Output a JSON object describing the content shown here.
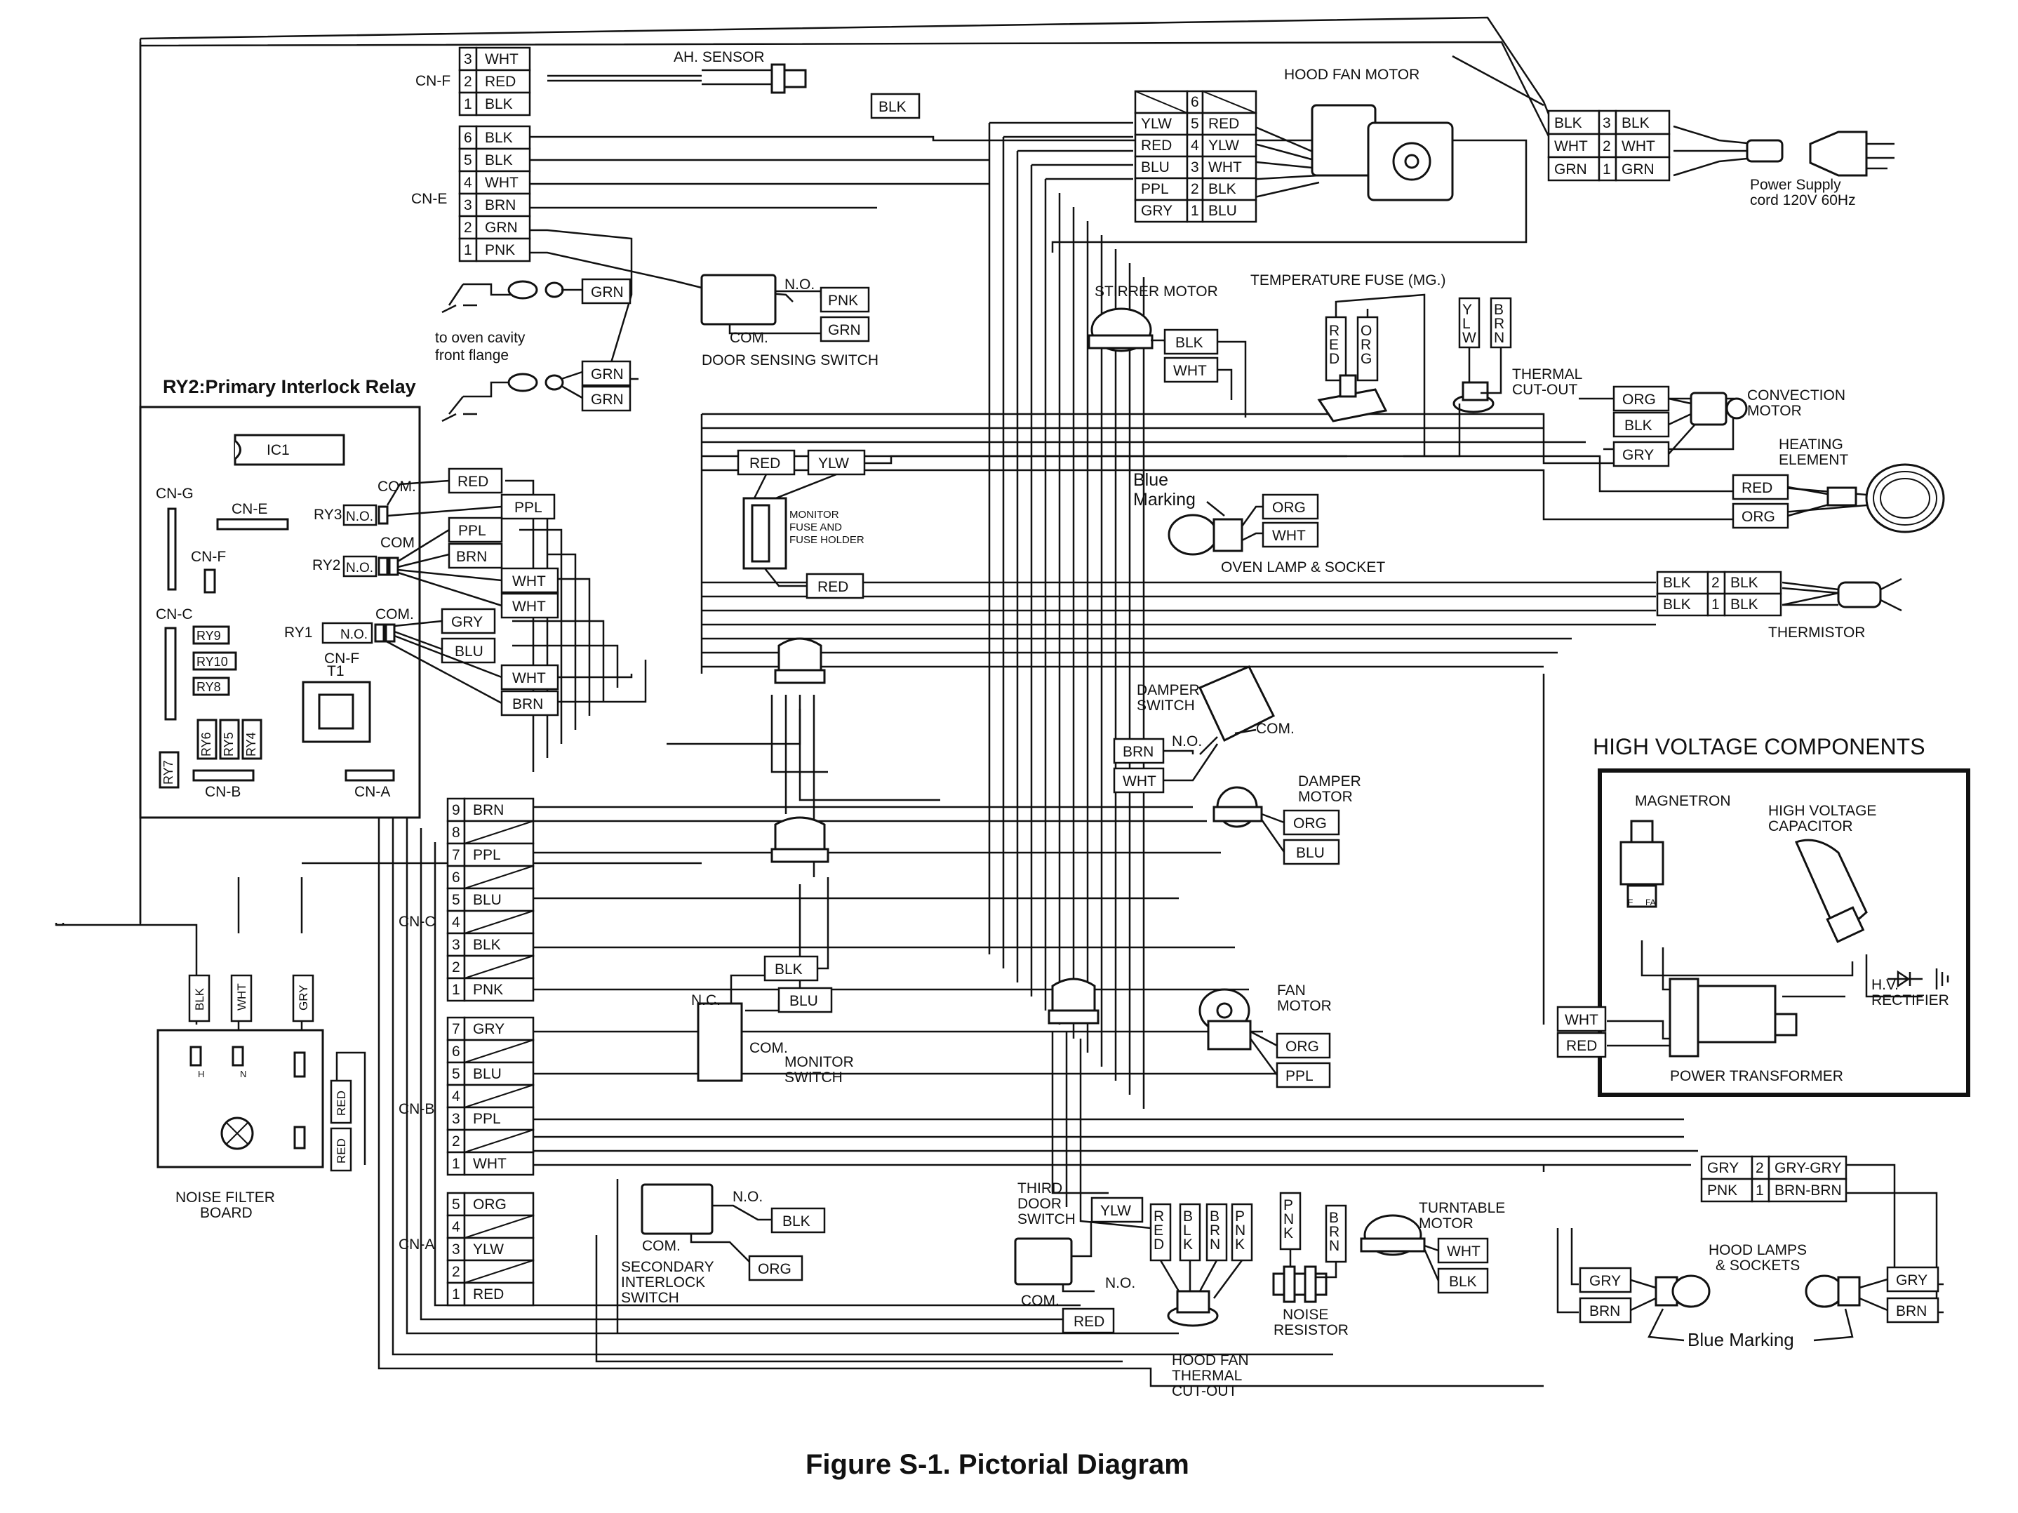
{
  "title": "Figure S-1. Pictorial Diagram",
  "relay_title": "RY2:Primary Interlock Relay",
  "hv_title": "HIGH VOLTAGE COMPONENTS",
  "colors": {
    "line": "#111111",
    "background": "#ffffff"
  },
  "connectors": {
    "cnf": {
      "label": "CN-F",
      "pins": [
        {
          "n": "3",
          "wire": "WHT"
        },
        {
          "n": "2",
          "wire": "RED"
        },
        {
          "n": "1",
          "wire": "BLK"
        }
      ]
    },
    "cne": {
      "label": "CN-E",
      "pins": [
        {
          "n": "6",
          "wire": "BLK"
        },
        {
          "n": "5",
          "wire": "BLK"
        },
        {
          "n": "4",
          "wire": "WHT"
        },
        {
          "n": "3",
          "wire": "BRN"
        },
        {
          "n": "2",
          "wire": "GRN"
        },
        {
          "n": "1",
          "wire": "PNK"
        }
      ]
    },
    "cnc": {
      "label": "CN-C",
      "pins": [
        {
          "n": "9",
          "wire": "BRN"
        },
        {
          "n": "8",
          "wire": ""
        },
        {
          "n": "7",
          "wire": "PPL"
        },
        {
          "n": "6",
          "wire": ""
        },
        {
          "n": "5",
          "wire": "BLU"
        },
        {
          "n": "4",
          "wire": ""
        },
        {
          "n": "3",
          "wire": "BLK"
        },
        {
          "n": "2",
          "wire": ""
        },
        {
          "n": "1",
          "wire": "PNK"
        }
      ]
    },
    "cnb": {
      "label": "CN-B",
      "pins": [
        {
          "n": "7",
          "wire": "GRY"
        },
        {
          "n": "6",
          "wire": ""
        },
        {
          "n": "5",
          "wire": "BLU"
        },
        {
          "n": "4",
          "wire": ""
        },
        {
          "n": "3",
          "wire": "PPL"
        },
        {
          "n": "2",
          "wire": ""
        },
        {
          "n": "1",
          "wire": "WHT"
        }
      ]
    },
    "cna": {
      "label": "CN-A",
      "pins": [
        {
          "n": "5",
          "wire": "ORG"
        },
        {
          "n": "4",
          "wire": ""
        },
        {
          "n": "3",
          "wire": "YLW"
        },
        {
          "n": "2",
          "wire": ""
        },
        {
          "n": "1",
          "wire": "RED"
        }
      ]
    },
    "hood": {
      "rows": [
        {
          "l": "",
          "n": "6",
          "r": ""
        },
        {
          "l": "YLW",
          "n": "5",
          "r": "RED"
        },
        {
          "l": "RED",
          "n": "4",
          "r": "YLW"
        },
        {
          "l": "BLU",
          "n": "3",
          "r": "WHT"
        },
        {
          "l": "PPL",
          "n": "2",
          "r": "BLK"
        },
        {
          "l": "GRY",
          "n": "1",
          "r": "BLU"
        }
      ]
    },
    "power": {
      "rows": [
        {
          "l": "BLK",
          "n": "3",
          "r": "BLK"
        },
        {
          "l": "WHT",
          "n": "2",
          "r": "WHT"
        },
        {
          "l": "GRN",
          "n": "1",
          "r": "GRN"
        }
      ]
    },
    "thermistor": {
      "rows": [
        {
          "l": "BLK",
          "n": "2",
          "r": "BLK"
        },
        {
          "l": "BLK",
          "n": "1",
          "r": "BLK"
        }
      ]
    },
    "gry": {
      "rows": [
        {
          "l": "GRY",
          "n": "2",
          "r": "GRY-GRY"
        },
        {
          "l": "PNK",
          "n": "1",
          "r": "BRN-BRN"
        }
      ]
    }
  },
  "components": {
    "ah_sensor": "AH. SENSOR",
    "hood_fan_motor": "HOOD FAN MOTOR",
    "power_supply": [
      "Power Supply",
      "cord 120V 60Hz"
    ],
    "oven_cavity": [
      "to oven cavity",
      "front flange"
    ],
    "door_sensing_switch": "DOOR SENSING SWITCH",
    "stirrer_motor": "STIRRER MOTOR",
    "temperature_fuse": "TEMPERATURE FUSE (MG.)",
    "thermal_cutout": [
      "THERMAL",
      "CUT-OUT"
    ],
    "convection_motor": [
      "CONVECTION",
      "MOTOR"
    ],
    "heating_element": [
      "HEATING",
      "ELEMENT"
    ],
    "monitor_fuse": [
      "MONITOR",
      "FUSE AND",
      "FUSE HOLDER"
    ],
    "blue_marking": [
      "Blue",
      "Marking"
    ],
    "oven_lamp": "OVEN LAMP & SOCKET",
    "thermistor": "THERMISTOR",
    "damper_switch": [
      "DAMPER",
      "SWITCH"
    ],
    "damper_motor": [
      "DAMPER",
      "MOTOR"
    ],
    "magnetron": "MAGNETRON",
    "hv_capacitor": [
      "HIGH VOLTAGE",
      "CAPACITOR"
    ],
    "hv_rectifier": [
      "H.V.",
      "RECTIFIER"
    ],
    "power_transformer": "POWER TRANSFORMER",
    "fan_motor": [
      "FAN",
      "MOTOR"
    ],
    "monitor_switch": [
      "MONITOR",
      "SWITCH"
    ],
    "noise_filter": [
      "NOISE FILTER",
      "BOARD"
    ],
    "secondary_interlock": [
      "SECONDARY",
      "INTERLOCK",
      "SWITCH"
    ],
    "third_door": [
      "THIRD",
      "DOOR",
      "SWITCH"
    ],
    "hood_fan_thermal": [
      "HOOD FAN",
      "THERMAL",
      "CUT-OUT"
    ],
    "noise_resistor": [
      "NOISE",
      "RESISTOR"
    ],
    "turntable_motor": [
      "TURNTABLE",
      "MOTOR"
    ],
    "hood_lamps": [
      "HOOD LAMPS",
      "& SOCKETS"
    ],
    "blue_marking_bottom": "Blue Marking"
  },
  "relay_board": {
    "ic1": "IC1",
    "cn_g": "CN-G",
    "cn_e": "CN-E",
    "cn_f": "CN-F",
    "cn_c": "CN-C",
    "cn_b": "CN-B",
    "cn_a": "CN-A",
    "cn_f2": "CN-F",
    "ry9": "RY9",
    "ry10": "RY10",
    "ry8": "RY8",
    "ry6": "RY6",
    "ry5": "RY5",
    "ry4": "RY4",
    "ry7": "RY7",
    "t1": "T1",
    "ry3": "RY3",
    "ry2": "RY2",
    "ry1": "RY1",
    "com": "COM.",
    "com2": "COM",
    "no": "N.O."
  },
  "switch_terms": {
    "no": "N.O.",
    "nc": "N.C.",
    "com": "COM.",
    "com_plain": "COM"
  },
  "noise_terms": {
    "h": "H",
    "n": "N"
  },
  "magnetron_terms": {
    "f": "F",
    "fa": "FA"
  },
  "wire_labels": {
    "blk_top": "BLK",
    "grn_flange1": "GRN",
    "grn_flange2": "GRN",
    "grn_flange3": "GRN",
    "pnk_door": "PNK",
    "grn_door": "GRN",
    "red_com": "RED",
    "ppl_no": "PPL",
    "ppl_ry2": "PPL",
    "brn_ry2": "BRN",
    "wht_ry2a": "WHT",
    "wht_ry2b": "WHT",
    "gry_ry1": "GRY",
    "blu_ry1": "BLU",
    "wht_ry1": "WHT",
    "brn_ry1": "BRN",
    "red_fuse": "RED",
    "ylw_fuse": "YLW",
    "red_fuse2": "RED",
    "blk_stirrer": "BLK",
    "wht_stirrer": "WHT",
    "red_tfuse": "RED",
    "org_tfuse": "ORG",
    "ylw_tco": "YLW",
    "brn_tco": "BRN",
    "org_conv": "ORG",
    "blk_conv": "BLK",
    "gry_conv": "GRY",
    "red_heat": "RED",
    "org_heat": "ORG",
    "org_lamp": "ORG",
    "wht_lamp": "WHT",
    "brn_damper": "BRN",
    "wht_damper": "WHT",
    "org_dmotor": "ORG",
    "blu_dmotor": "BLU",
    "org_fan": "ORG",
    "ppl_fan": "PPL",
    "blk_monitor": "BLK",
    "blu_monitor": "BLU",
    "wht_trans": "WHT",
    "red_trans": "RED",
    "blk_sec": "BLK",
    "org_sec": "ORG",
    "ylw_third": "YLW",
    "red_third": "RED",
    "red_hf": "RED",
    "blk_hf": "BLK",
    "brn_hf": "BRN",
    "pnk_hf": "PNK",
    "pnk_nr": "PNK",
    "brn_nr": "BRN",
    "wht_tt": "WHT",
    "blk_tt": "BLK",
    "gry_hl1": "GRY",
    "brn_hl1": "BRN",
    "gry_hl2": "GRY",
    "brn_hl2": "BRN",
    "blk_nf": "BLK",
    "wht_nf": "WHT",
    "gry_nf": "GRY",
    "red_nf1": "RED",
    "red_nf2": "RED"
  }
}
